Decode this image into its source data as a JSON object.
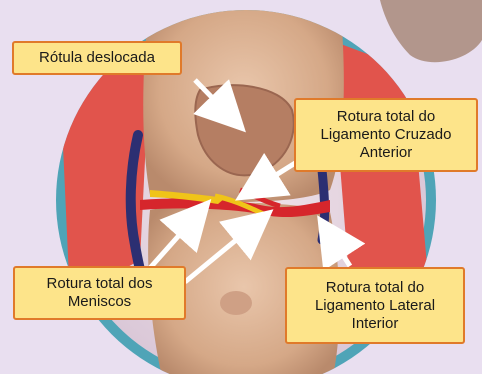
{
  "labels": {
    "rotula": [
      "Rótula deslocada"
    ],
    "lca": [
      "Rotura total do",
      "Ligamento Cruzado",
      "Anterior"
    ],
    "meniscos": [
      "Rotura total dos",
      "Meniscos"
    ],
    "lli": [
      "Rotura total do",
      "Ligamento Lateral",
      "Interior"
    ]
  },
  "colors": {
    "background": "#e9dff0",
    "circle_ring": "#4fa4b7",
    "label_fill": "#fde48a",
    "label_border": "#e07a2a",
    "ligament_red": "#d6262c",
    "ligament_navy": "#2c2f72",
    "meniscus_yellow": "#f0c419",
    "arrow": "#ffffff"
  },
  "icons": [
    "knee-illustration",
    "arrow-icon"
  ]
}
